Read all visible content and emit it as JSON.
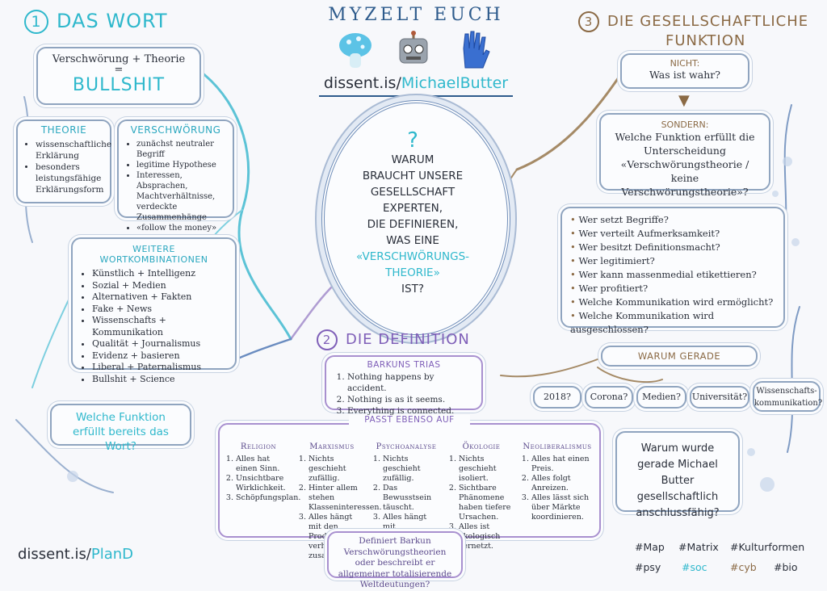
{
  "header": {
    "title": "MYZELT EUCH",
    "url_prefix": "dissent.is/",
    "url_user": "MichaelButter"
  },
  "section1": {
    "number": "1",
    "title": "DAS WORT",
    "formula_line": "Verschwörung + Theorie",
    "equals": "=",
    "result": "BULLSHIT",
    "theorie": {
      "heading": "THEORIE",
      "items": [
        "wissenschaftliche Erklärung",
        "besonders leistungsfähige Erklärungsform"
      ]
    },
    "verschwoerung": {
      "heading": "VERSCHWÖRUNG",
      "items": [
        "zunächst neutraler Begriff",
        "legitime Hypothese",
        "Interessen, Absprachen, Machtverhältnisse, verdeckte Zusammenhänge",
        "«follow the money»"
      ]
    },
    "weitere": {
      "heading": "WEITERE WORTKOMBINATIONEN",
      "items": [
        "Künstlich + Intelligenz",
        "Sozial + Medien",
        "Alternativen + Fakten",
        "Fake + News",
        "Wissenschafts + Kommunikation",
        "Qualität + Journalismus",
        "Evidenz + basieren",
        "Liberal + Paternalismus",
        "Bullshit + Science"
      ]
    },
    "question": "Welche Funktion erfüllt bereits das Wort?"
  },
  "center": {
    "qmark": "?",
    "lines": [
      "WARUM",
      "BRAUCHT UNSERE",
      "GESELLSCHAFT",
      "EXPERTEN,",
      "DIE DEFINIEREN,",
      "WAS EINE"
    ],
    "highlight": [
      "«VERSCHWÖRUNGS-",
      "THEORIE»"
    ],
    "end": "IST?"
  },
  "section2": {
    "number": "2",
    "title": "DIE DEFINITION",
    "trias": {
      "heading": "BARKUNS TRIAS",
      "items": [
        "Nothing happens by accident.",
        "Nothing is as it seems.",
        "Everything is connected."
      ]
    },
    "passt": "PASST EBENSO AUF",
    "columns": [
      {
        "heading": "Religion",
        "items": [
          "Alles hat einen Sinn.",
          "Unsichtbare Wirklichkeit.",
          "Schöpfungsplan."
        ]
      },
      {
        "heading": "Marxismus",
        "items": [
          "Nichts geschieht zufällig.",
          "Hinter allem stehen Klasseninteressen.",
          "Alles hängt mit den Produktions-verhältnissen zusammen."
        ]
      },
      {
        "heading": "Psychoanalyse",
        "items": [
          "Nichts geschieht zufällig.",
          "Das Bewusstsein täuscht.",
          "Alles hängt mit unbewussten Konflikten zusammen."
        ]
      },
      {
        "heading": "Ökologie",
        "items": [
          "Nichts geschieht isoliert.",
          "Sichtbare Phänomene haben tiefere Ursachen.",
          "Alles ist ökologisch vernetzt."
        ]
      },
      {
        "heading": "Neoliberalismus",
        "items": [
          "Alles hat einen Preis.",
          "Alles folgt Anreizen.",
          "Alles lässt sich über Märkte koordinieren."
        ]
      }
    ],
    "question": "Definiert Barkun Verschwörungstheorien oder beschreibt er allgemeiner totalisierende Weltdeutungen?"
  },
  "section3": {
    "number": "3",
    "title_line1": "DIE GESELLSCHAFTLICHE",
    "title_line2": "FUNKTION",
    "nicht_label": "NICHT:",
    "nicht_text": "Was ist wahr?",
    "sondern_label": "SONDERN:",
    "sondern_text": "Welche Funktion erfüllt die Unterscheidung «Verschwörungstheorie / keine Verschwörungstheorie»?",
    "questions": [
      "Wer setzt Begriffe?",
      "Wer verteilt Aufmerksamkeit?",
      "Wer besitzt Definitionsmacht?",
      "Wer legitimiert?",
      "Wer kann massenmedial etikettieren?",
      "Wer profitiert?",
      "Welche Kommunikation wird ermöglicht?",
      "Welche Kommunikation wird ausgeschlossen?"
    ],
    "warum_gerade": "WARUM GERADE",
    "options": [
      "2018?",
      "Corona?",
      "Medien?",
      "Universität?",
      "Wissenschafts-kommunikation?"
    ],
    "final_question": "Warum wurde gerade Michael Butter gesellschaftlich anschlussfähig?"
  },
  "footer": {
    "url_prefix": "dissent.is/",
    "url_user": "PlanD",
    "tags": [
      "#Map",
      "#Matrix",
      "#Kulturformen",
      "#psy",
      "#soc",
      "#cyb",
      "#bio"
    ]
  },
  "colors": {
    "accent_cyan": "#2fb8cc",
    "accent_purple": "#7f5fb8",
    "accent_brown": "#8b6a45",
    "frame": "#8fa4bf"
  }
}
